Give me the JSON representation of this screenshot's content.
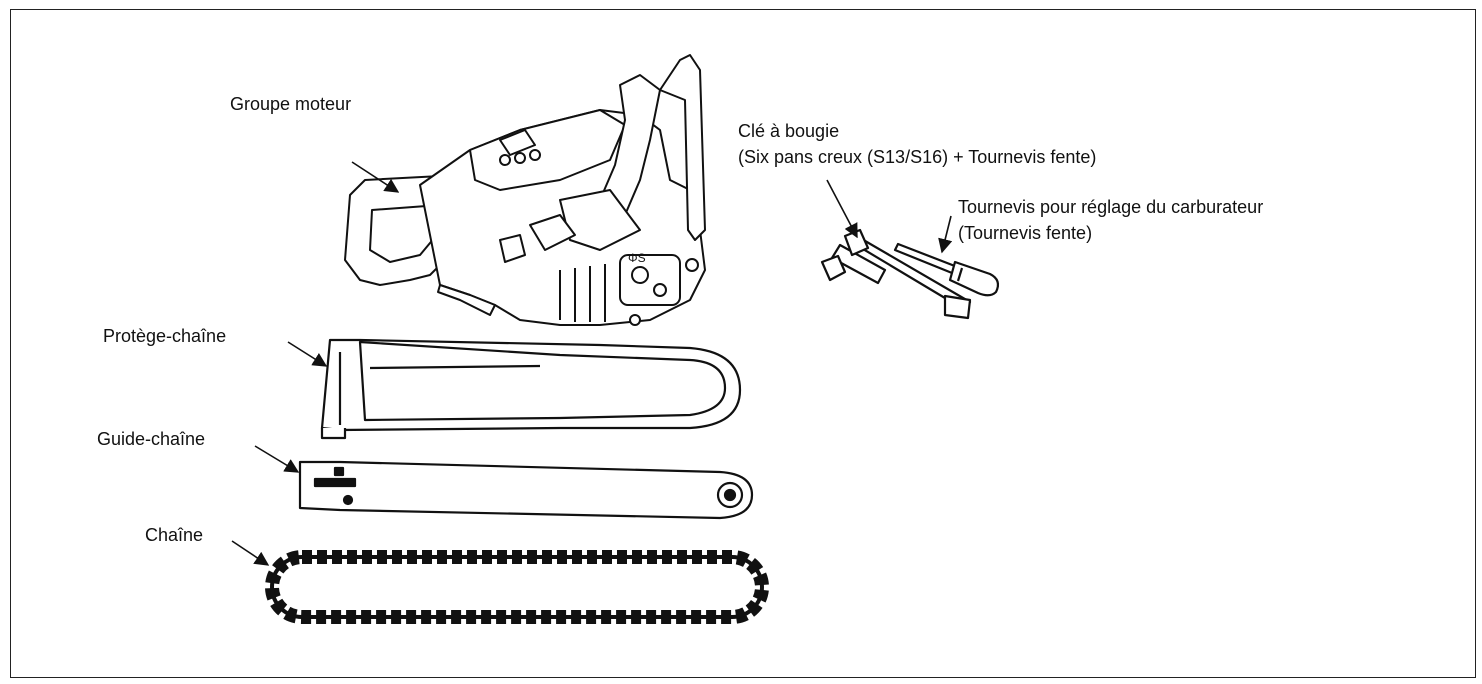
{
  "labels": {
    "groupe_moteur": "Groupe moteur",
    "protege_chaine": "Protège-chaîne",
    "guide_chaine": "Guide-chaîne",
    "chaine": "Chaîne",
    "cle_bougie_line1": "Clé à bougie",
    "cle_bougie_line2": "(Six pans creux (S13/S16) + Tournevis fente)",
    "tournevis_line1": "Tournevis pour réglage du carburateur",
    "tournevis_line2": "(Tournevis fente)"
  },
  "icons": [
    "chainsaw-engine-icon",
    "chain-cover-icon",
    "guide-bar-icon",
    "saw-chain-icon",
    "spark-plug-wrench-icon",
    "carburetor-screwdriver-icon"
  ]
}
